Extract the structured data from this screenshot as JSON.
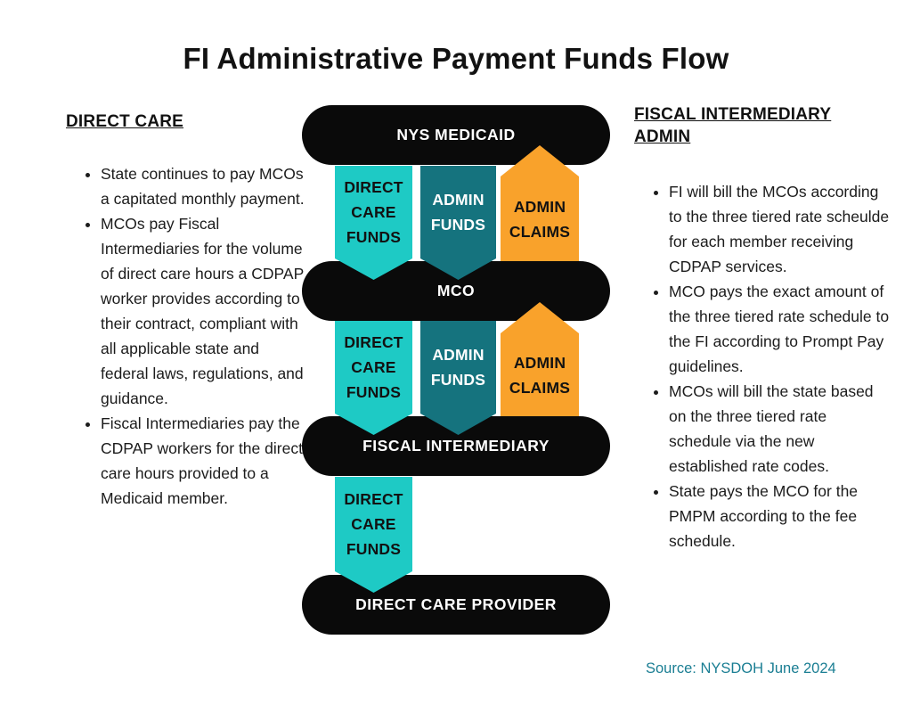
{
  "title": "FI Administrative Payment Funds Flow",
  "left_panel": {
    "heading": "DIRECT CARE",
    "bullets": [
      "State continues to pay MCOs a capitated monthly payment.",
      "MCOs pay Fiscal Intermediaries for the volume of direct care hours a CDPAP worker provides according to their contract, compliant with all applicable state and federal laws, regulations, and guidance.",
      "Fiscal Intermediaries pay the CDPAP workers for the direct care hours provided to a Medicaid member."
    ]
  },
  "right_panel": {
    "heading": "FISCAL INTERMEDIARY\nADMIN",
    "bullets": [
      "FI will bill the MCOs according to the three tiered rate scheulde for each member receiving CDPAP services.",
      "MCO pays the exact amount of the three tiered rate schedule to the FI according to Prompt Pay guidelines.",
      "MCOs will bill the state based on the three tiered rate schedule via the new established rate codes.",
      "State pays the MCO for the PMPM according to the fee schedule."
    ]
  },
  "diagram": {
    "nodes": [
      "NYS MEDICAID",
      "MCO",
      "FISCAL INTERMEDIARY",
      "DIRECT CARE PROVIDER"
    ],
    "rows": [
      {
        "from": "NYS MEDICAID",
        "to": "MCO",
        "arrows": [
          {
            "label": "DIRECT\nCARE\nFUNDS",
            "direction": "down",
            "color": "#1ECAC5"
          },
          {
            "label": "ADMIN\nFUNDS",
            "direction": "down",
            "color": "#15737E"
          },
          {
            "label": "ADMIN\nCLAIMS",
            "direction": "up",
            "color": "#F9A22B"
          }
        ]
      },
      {
        "from": "MCO",
        "to": "FISCAL INTERMEDIARY",
        "arrows": [
          {
            "label": "DIRECT\nCARE\nFUNDS",
            "direction": "down",
            "color": "#1ECAC5"
          },
          {
            "label": "ADMIN\nFUNDS",
            "direction": "down",
            "color": "#15737E"
          },
          {
            "label": "ADMIN\nCLAIMS",
            "direction": "up",
            "color": "#F9A22B"
          }
        ]
      },
      {
        "from": "FISCAL INTERMEDIARY",
        "to": "DIRECT CARE PROVIDER",
        "arrows": [
          {
            "label": "DIRECT\nCARE\nFUNDS",
            "direction": "down",
            "color": "#1ECAC5"
          }
        ]
      }
    ]
  },
  "source": "Source: NYSDOH June 2024",
  "colors": {
    "teal": "#1ECAC5",
    "dark_teal": "#15737E",
    "orange": "#F9A22B",
    "node_black": "#0A0A0A",
    "source_text": "#1A7E93",
    "text": "#1C1C1C"
  }
}
